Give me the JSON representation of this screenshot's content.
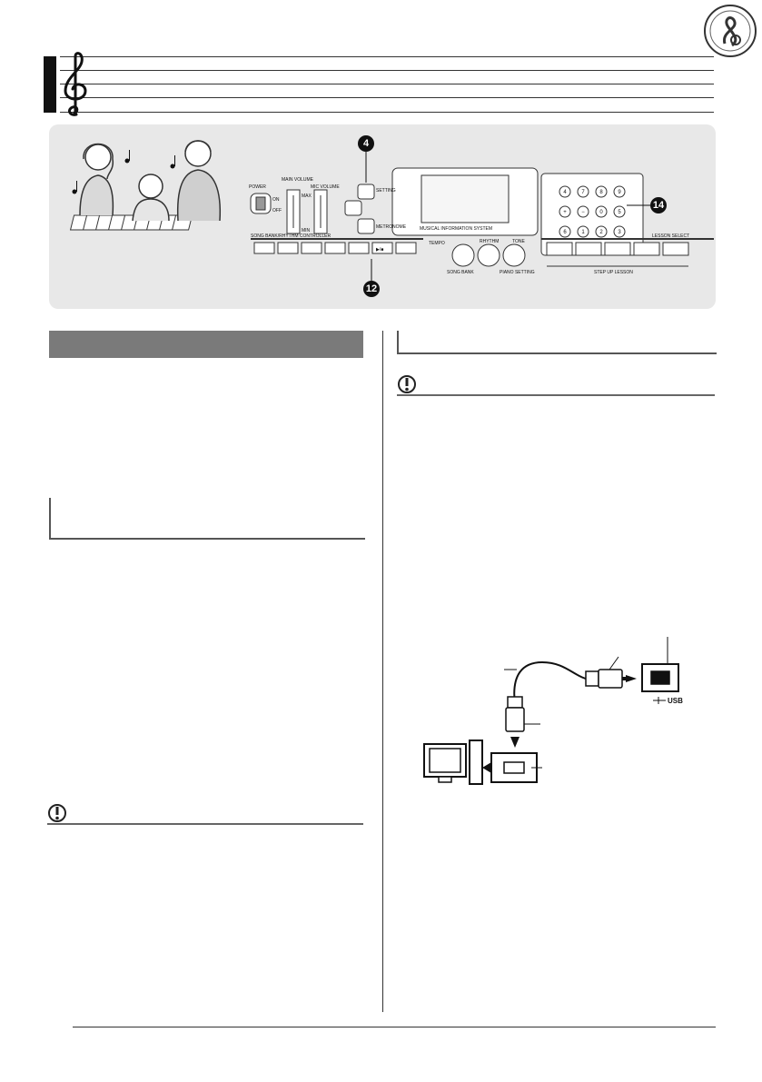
{
  "diagram": {
    "usb_label": "USB"
  },
  "callouts": [
    "4",
    "14",
    "12"
  ],
  "panel": {
    "power": "POWER",
    "on": "ON",
    "off": "OFF",
    "main_volume": "MAIN VOLUME",
    "mic_volume": "MIC VOLUME",
    "max": "MAX",
    "min": "MIN",
    "setting": "SETTING",
    "metronome": "METRONOME",
    "song_bank_controller": "SONG BANK/RHYTHM CONTROLLER",
    "musical_information_system": "MUSICAL INFORMATION SYSTEM",
    "lesson_select": "LESSON SELECT",
    "step_up_lesson": "STEP UP LESSON",
    "tempo": "TEMPO",
    "song_bank": "SONG BANK",
    "rhythm": "RHYTHM",
    "tone": "TONE",
    "piano_setting": "PIANO SETTING",
    "play_stop": "▶/■",
    "keypad": [
      "4",
      "7",
      "8",
      "9",
      "+",
      "−",
      "0",
      "5",
      "6",
      "1",
      "2",
      "3"
    ]
  }
}
